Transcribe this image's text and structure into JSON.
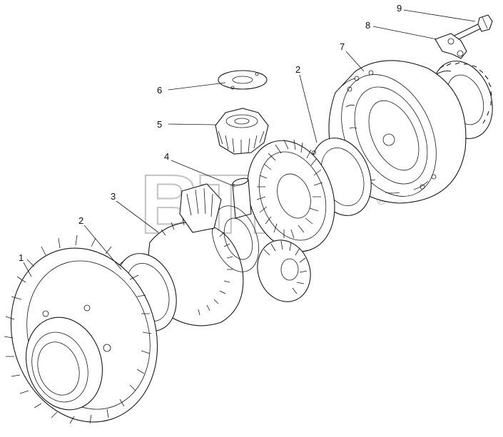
{
  "diagram": {
    "watermark": "BTM",
    "watermark_mark": "®",
    "callouts": [
      {
        "id": "1",
        "label": "1"
      },
      {
        "id": "2a",
        "label": "2"
      },
      {
        "id": "3",
        "label": "3"
      },
      {
        "id": "4",
        "label": "4"
      },
      {
        "id": "5",
        "label": "5"
      },
      {
        "id": "6",
        "label": "6"
      },
      {
        "id": "2b",
        "label": "2"
      },
      {
        "id": "7",
        "label": "7"
      },
      {
        "id": "8",
        "label": "8"
      },
      {
        "id": "9",
        "label": "9"
      }
    ],
    "parts": [
      {
        "name": "large-helical-gear",
        "callout": "1"
      },
      {
        "name": "thrust-washer-lower",
        "callout": "2"
      },
      {
        "name": "differential-case-half",
        "callout": "3"
      },
      {
        "name": "cross-pin",
        "callout": "4"
      },
      {
        "name": "pinion-gear",
        "callout": "5"
      },
      {
        "name": "pinion-washer",
        "callout": "6"
      },
      {
        "name": "thrust-washer-upper",
        "callout": "2"
      },
      {
        "name": "differential-case-housing",
        "callout": "7"
      },
      {
        "name": "lock-plate",
        "callout": "8"
      },
      {
        "name": "bolt",
        "callout": "9"
      }
    ]
  }
}
